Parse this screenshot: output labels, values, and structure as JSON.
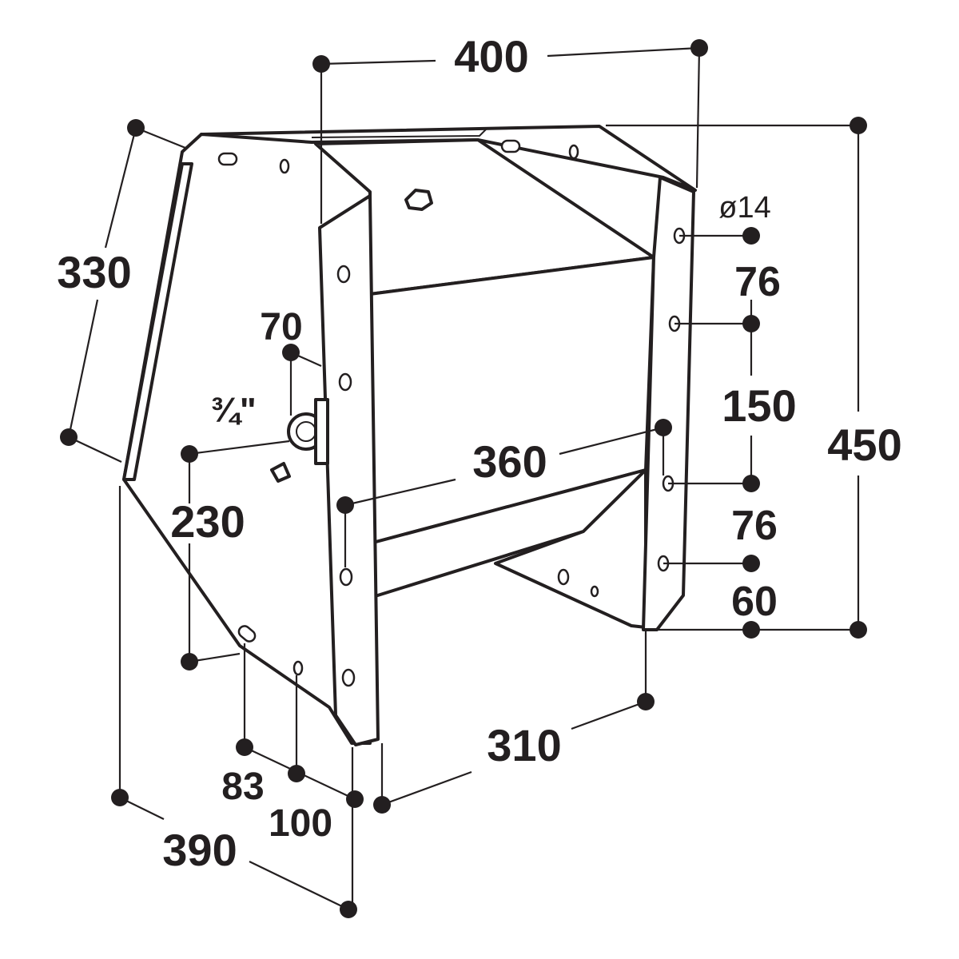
{
  "dimensions": {
    "width_top": "400",
    "side_depth": "330",
    "height": "450",
    "hole_diameter": "ø14",
    "spacing_top": "76",
    "spacing_mid": "150",
    "spacing_bottom": "76",
    "bottom_offset": "60",
    "inner_width": "360",
    "fitting_offset": "70",
    "fitting_size": "¾\"",
    "fitting_height": "230",
    "bottom_width": "310",
    "slot_offset_1": "83",
    "slot_offset_2": "100",
    "base_depth": "390"
  }
}
